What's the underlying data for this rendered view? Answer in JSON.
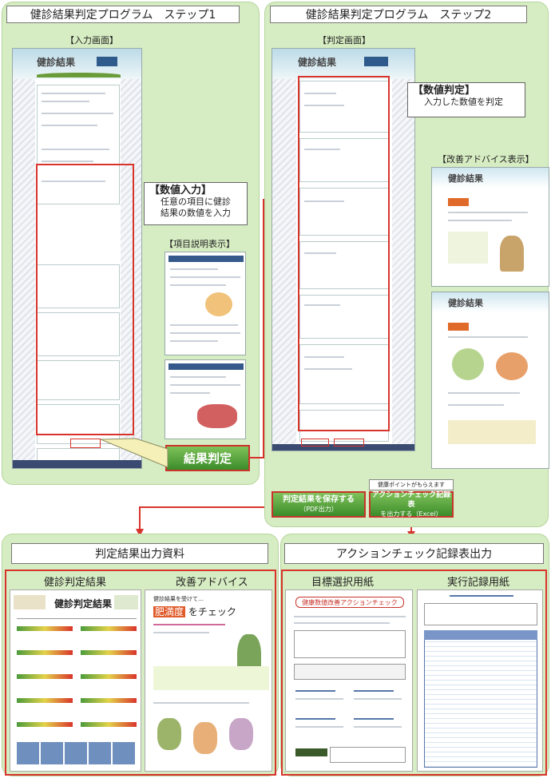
{
  "step1": {
    "title": "健診結果判定プログラム　ステップ1",
    "input_screen_label": "【入力画面】",
    "callout_title": "【数値入力】",
    "callout_text1": "任意の項目に健診",
    "callout_text2": "結果の数値を入力",
    "item_desc_label": "【項目説明表示】",
    "judge_button": "結果判定"
  },
  "step2": {
    "title": "健診結果判定プログラム　ステップ2",
    "judge_screen_label": "【判定画面】",
    "callout_title": "【数値判定】",
    "callout_text": "入力した数値を判定",
    "advice_label": "【改善アドバイス表示】",
    "save_button_line1": "判定結果を保存する",
    "save_button_line2": "（PDF出力）",
    "action_tag": "健康ポイントがもらえます",
    "action_button_line1": "アクションチェック記録表",
    "action_button_line2": "を出力する（Excel）"
  },
  "output": {
    "title": "判定結果出力資料",
    "result_label": "健診判定結果",
    "advice_label": "改善アドバイス",
    "result_doc_title": "健診判定結果",
    "advice_doc_heading": "健診結果を受けて…",
    "advice_doc_check_word": "肥満度",
    "advice_doc_check": "をチェック"
  },
  "action": {
    "title": "アクションチェック記録表出力",
    "goal_label": "目標選択用紙",
    "record_label": "実行記録用紙",
    "goal_doc_title": "健康数値改善アクションチェック"
  },
  "colors": {
    "panel_bg": "#d6ecc2",
    "red": "#d9342b",
    "green_button": "#4a9a35"
  }
}
